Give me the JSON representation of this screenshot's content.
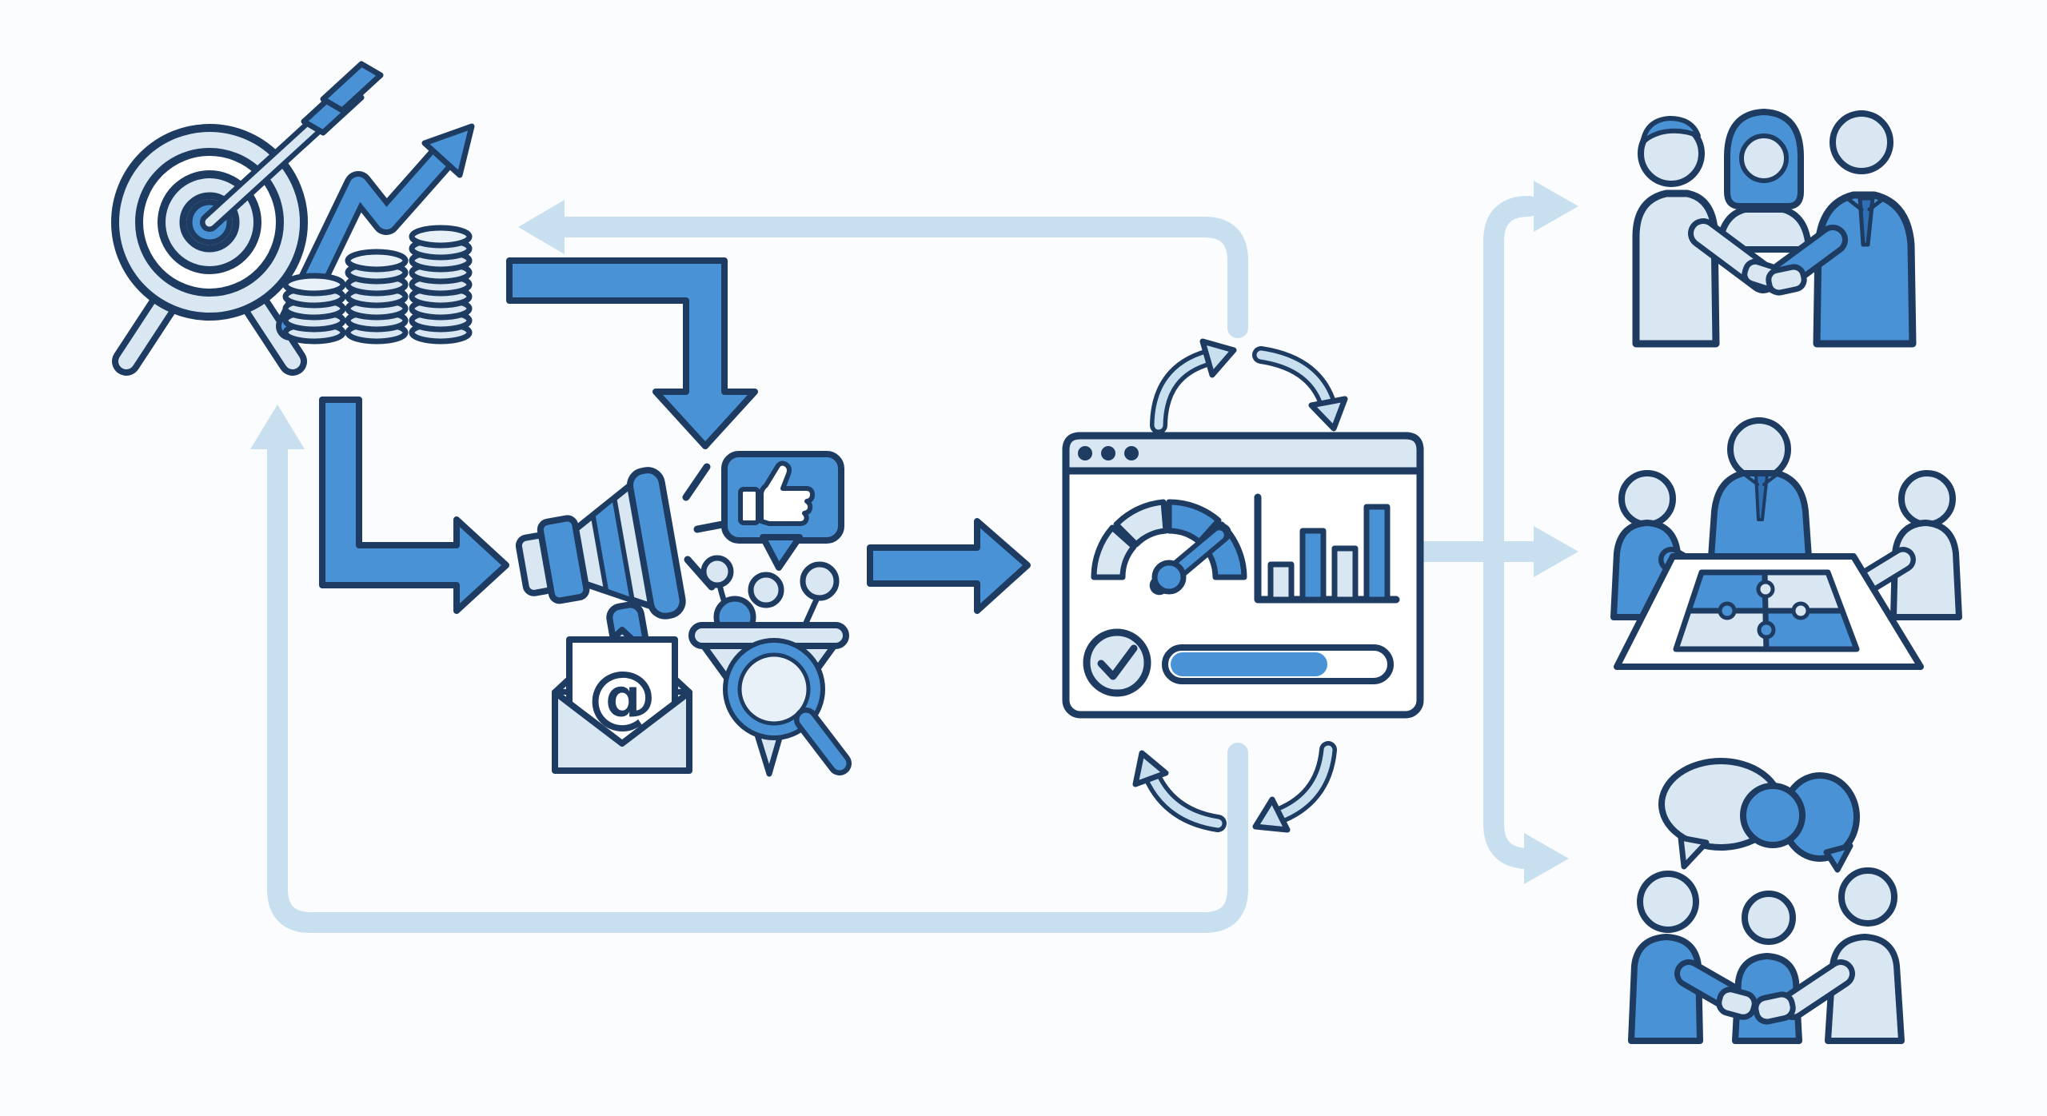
{
  "page": {
    "title": "marketing-flow-illustration"
  },
  "colors": {
    "bg": "#fbfcfd",
    "outline": "#1e3c62",
    "blue": "#4a92d6",
    "blue_deep": "#2f6fb5",
    "light": "#d9e7f3",
    "lighter": "#e9f1f8",
    "pale": "#c8dff0",
    "white": "#ffffff"
  },
  "channels": {
    "email_symbol": "@"
  },
  "dashboard": {
    "window_dots": 3,
    "progress_percent": 73,
    "gauge_needle_angle_deg": 50,
    "bar_heights": [
      44,
      86,
      64,
      116
    ],
    "bar_baseline": 750
  },
  "diagram": {
    "type": "flow",
    "nodes": [
      {
        "id": "goals",
        "icons": [
          "target-with-dart",
          "growth-zigzag-arrow",
          "coin-stacks"
        ]
      },
      {
        "id": "channels",
        "icons": [
          "megaphone",
          "thumbs-up-bubble",
          "email-envelope",
          "lead-funnel",
          "magnifier"
        ]
      },
      {
        "id": "analytics-dashboard",
        "icons": [
          "browser-window",
          "gauge",
          "mini-bar-chart",
          "check-circle",
          "progress-bar",
          "refresh-cycle-arrows"
        ]
      },
      {
        "id": "outcome-handshake",
        "icons": [
          "three-people-handshake"
        ]
      },
      {
        "id": "outcome-collaboration",
        "icons": [
          "team-table-puzzle"
        ]
      },
      {
        "id": "outcome-discussion",
        "icons": [
          "speech-bubbles",
          "group-handshake"
        ]
      }
    ],
    "edges": [
      {
        "from": "goals",
        "to": "channels",
        "style": "solid-blue-elbow-down"
      },
      {
        "from": "goals",
        "to": "channels",
        "style": "solid-blue-elbow-right"
      },
      {
        "from": "channels",
        "to": "analytics-dashboard",
        "style": "solid-blue-straight"
      },
      {
        "from": "analytics-dashboard",
        "to": "goals",
        "style": "pale-feedback-top"
      },
      {
        "from": "analytics-dashboard",
        "to": "goals",
        "style": "pale-feedback-bottom"
      },
      {
        "from": "analytics-dashboard",
        "to": "outcome-handshake",
        "style": "pale-branch"
      },
      {
        "from": "analytics-dashboard",
        "to": "outcome-collaboration",
        "style": "pale-branch"
      },
      {
        "from": "analytics-dashboard",
        "to": "outcome-discussion",
        "style": "pale-branch"
      }
    ]
  }
}
